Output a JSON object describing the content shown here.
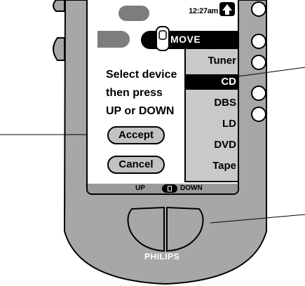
{
  "device": {
    "brand": "PHILIPS",
    "body_color": "#a7a7a7",
    "screen_color": "#ffffff"
  },
  "status_bar": {
    "time": "12:27am",
    "up_icon": "up-arrow-icon"
  },
  "header": {
    "mode_label": "MOVE",
    "mode_icon": "hand-icon"
  },
  "instructions": {
    "line1": "Select device",
    "line2": "then press",
    "line3": "UP or DOWN"
  },
  "buttons": {
    "accept": "Accept",
    "cancel": "Cancel"
  },
  "device_list": {
    "items": [
      "Tuner",
      "CD",
      "DBS",
      "LD",
      "DVD",
      "Tape"
    ],
    "selected": "CD"
  },
  "footer": {
    "up_label": "UP",
    "down_label": "DOWN",
    "icon": "page-icon"
  }
}
